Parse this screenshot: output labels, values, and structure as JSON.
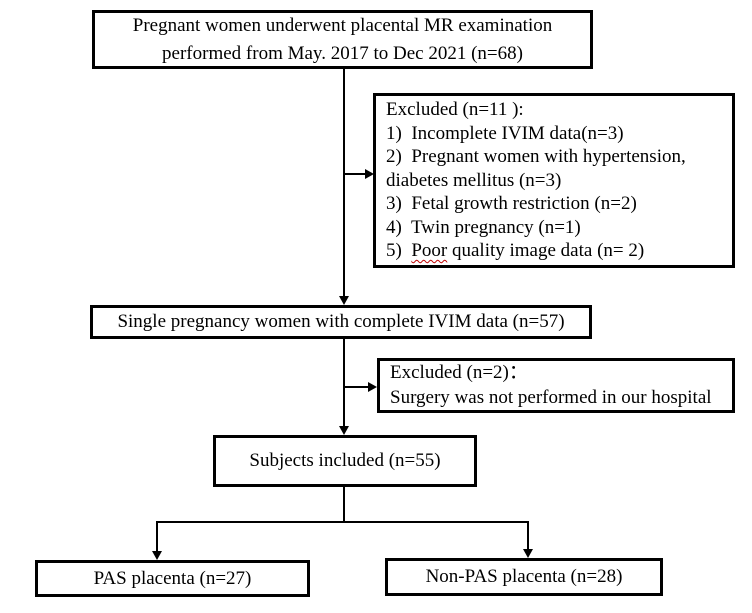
{
  "flowchart": {
    "top_box": {
      "line1": "Pregnant women underwent placental MR examination",
      "line2": "performed from May. 2017 to Dec 2021 (n=68)"
    },
    "excluded1": {
      "lines": [
        "Excluded (n=11 ):",
        "1)  Incomplete IVIM data(n=3)",
        "2)  Pregnant women with hypertension,",
        "diabetes mellitus (n=3)",
        "3)  Fetal growth restriction (n=2)",
        "4)  Twin pregnancy (n=1)"
      ],
      "item5_prefix": "5)  ",
      "item5_word": "Poor",
      "item5_rest": " quality image data (n= 2)"
    },
    "box2": {
      "text": "Single pregnancy women with complete IVIM data (n=57)"
    },
    "excluded2": {
      "line1": "Excluded (n=2)：",
      "line2": "Surgery was not performed in our hospital"
    },
    "subjects_box": {
      "text": "Subjects included (n=55)"
    },
    "pas_box": {
      "text": "PAS placenta (n=27)"
    },
    "nonpas_box": {
      "text": "Non-PAS placenta (n=28)"
    }
  },
  "colors": {
    "background": "#ffffff",
    "box_border": "#000000",
    "text": "#000000",
    "connector": "#000000",
    "spellcheck_underline": "#c00000"
  }
}
